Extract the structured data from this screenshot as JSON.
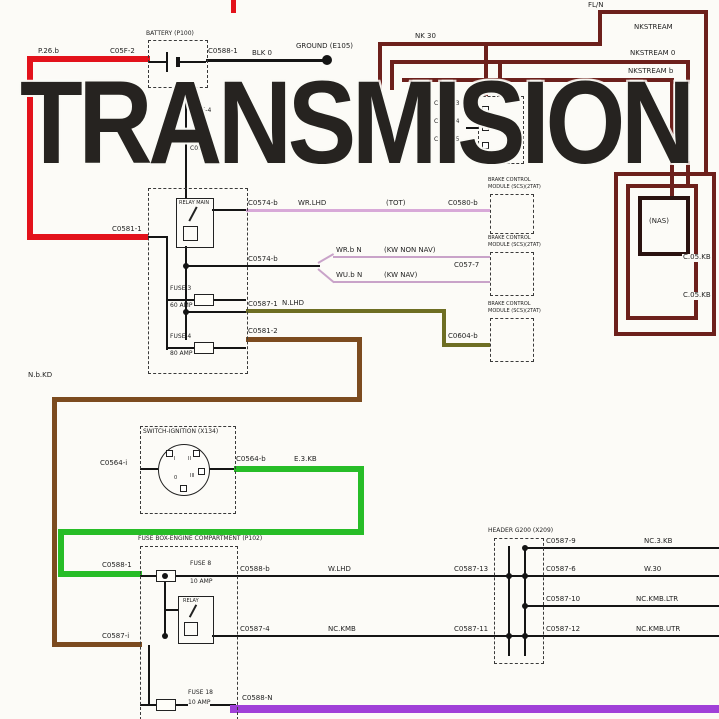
{
  "title": "TRANSMISION",
  "colors": {
    "red": "#e3121b",
    "maroon": "#6d201c",
    "dark_box": "#2a1210",
    "brown": "#7c4b1f",
    "green": "#27bd27",
    "purple": "#a040d8",
    "olive": "#6e6e23",
    "pink": "#d8a9d8",
    "black": "#151515"
  },
  "battery": {
    "title": "BATTERY (P100)",
    "wire_in": "P.26.b",
    "conn_left": "C05F-2",
    "conn_right": "C0588-1",
    "wire_out": "BLK 0",
    "ground": "GROUND (E105)"
  },
  "top_right": {
    "nk30": "NK 30",
    "fln": "FL/N",
    "stream1": "NKSTREAM",
    "stream2": "NKSTREAM 0",
    "stream3": "NKSTREAM b"
  },
  "below_battery": {
    "c1": "C05F-4",
    "c2": "C0574-4"
  },
  "module_top": {
    "pin1": "C0581-3",
    "pin2": "C0581-4",
    "pin3": "C0581-5"
  },
  "relay_box": {
    "relay": "RELAY MAIN",
    "conn_in": "C0581-1",
    "fuse3": "FUSE 3",
    "fuse3_amp": "60 AMP",
    "fuse4": "FUSE 4",
    "fuse4_amp": "80 AMP",
    "out1_conn": "C0574-b",
    "out1_wire": "WR.LHD",
    "out1_note": "(TOT)",
    "out1_dest": "C0580-b",
    "out2_conn": "C0574-b",
    "out2a_wire": "WR.b N",
    "out2a_note": "(KW NON NAV)",
    "out2b_wire": "WU.b N",
    "out2b_note": "(KW NAV)",
    "out2_dest": "C057-7",
    "out3_conn": "C0587-1",
    "out3_wire": "N.LHD",
    "out3_dest": "C0604-b",
    "out4_conn": "C0581-2"
  },
  "modules": {
    "line1": "BRAKE CONTROL",
    "line2": "MODULE (SCS)(2TAT)"
  },
  "left_wire_label": "N.b.KD",
  "ignition": {
    "title": "SWITCH-IGNITION (X134)",
    "conn_left": "C0564-i",
    "conn_right": "C0564-b",
    "wire": "E.3.KB",
    "p0": "0",
    "p1": "I",
    "p2": "II",
    "p3": "III"
  },
  "fusebox": {
    "title": "FUSE BOX-ENGINE COMPARTMENT (P102)",
    "conn_in_top": "C0588-1",
    "fuse8": "FUSE 8",
    "fuse8_amp": "10 AMP",
    "relay": "RELAY",
    "fuse18": "FUSE 18",
    "fuse18_amp": "10 AMP",
    "conn_in_bot": "C0587-i",
    "out_top_conn": "C0588-b",
    "out_top_wire": "W.LHD",
    "out_top_dest": "C0587-13",
    "out_mid_conn": "C0587-4",
    "out_mid_wire": "NC.KMB",
    "out_mid_dest": "C0587-11",
    "out_bot_conn": "C0588-N"
  },
  "header": {
    "title": "HEADER G200 (X209)",
    "rows": [
      {
        "conn": "C0587-9",
        "wire": "NC.3.KB"
      },
      {
        "conn": "C0587-6",
        "wire": "W.30"
      },
      {
        "conn": "C0587-10",
        "wire": "NC.KMB.LTR"
      },
      {
        "conn": "C0587-12",
        "wire": "NC.KMB.UTR"
      }
    ]
  },
  "nas": {
    "label": "(NAS)",
    "c1": "C.05.KB",
    "c2": "C.05.KB"
  }
}
